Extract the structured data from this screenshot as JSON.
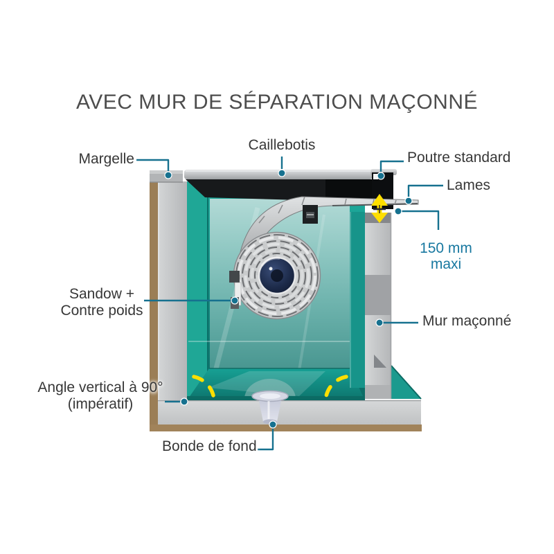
{
  "title": "AVEC MUR DE SÉPARATION MAÇONNÉ",
  "labels": {
    "margelle": "Margelle",
    "caillebotis": "Caillebotis",
    "poutre_standard": "Poutre standard",
    "lames": "Lames",
    "hauteur_value": "150 mm",
    "hauteur_qualifier": "maxi",
    "sandow_line1": "Sandow +",
    "sandow_line2": "Contre poids",
    "mur_maconne": "Mur maçonné",
    "angle_line1": "Angle vertical à 90°",
    "angle_line2": "(impératif)",
    "bonde_de_fond": "Bonde de fond"
  },
  "colors": {
    "leader_line": "#16718f",
    "label_text": "#373737",
    "title_text": "#4d4d4d",
    "dimension_text": "#1878a0",
    "highlight_yellow": "#ffdf00",
    "pool_teal": "#18a295",
    "wall_gray": "#c5c7c8",
    "earth_brown": "#a1835a",
    "beam_black": "#0c0e10"
  }
}
